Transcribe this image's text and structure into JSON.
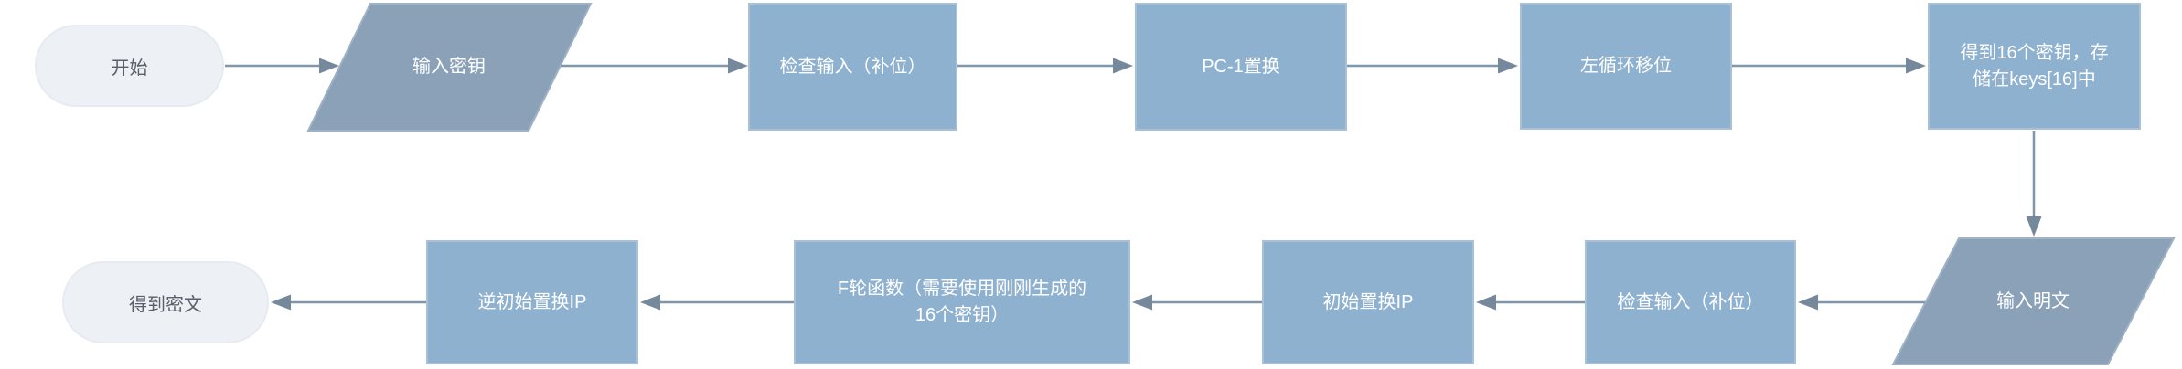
{
  "flowchart": {
    "description_visible_text_only": "",
    "nodes": [
      {
        "id": "start",
        "type": "terminator",
        "label": "开始"
      },
      {
        "id": "input-key",
        "type": "io-parallelogram",
        "label": "输入密钥"
      },
      {
        "id": "check-input-key",
        "type": "process",
        "label": "检查输入（补位）"
      },
      {
        "id": "pc1-permutation",
        "type": "process",
        "label": "PC-1置换"
      },
      {
        "id": "left-circular-shift",
        "type": "process",
        "label": "左循环移位"
      },
      {
        "id": "store-16-keys",
        "type": "process",
        "label": "得到16个密钥，存储在keys[16]中"
      },
      {
        "id": "input-plaintext",
        "type": "io-parallelogram",
        "label": "输入明文"
      },
      {
        "id": "check-input-plaintext",
        "type": "process",
        "label": "检查输入（补位）"
      },
      {
        "id": "initial-permutation-ip",
        "type": "process",
        "label": "初始置换IP"
      },
      {
        "id": "f-round-function",
        "type": "process",
        "label": "F轮函数（需要使用刚刚生成的16个密钥）"
      },
      {
        "id": "inverse-initial-permutation",
        "type": "process",
        "label": "逆初始置换IP"
      },
      {
        "id": "get-ciphertext",
        "type": "terminator",
        "label": "得到密文"
      }
    ],
    "edges": [
      {
        "from": "start",
        "to": "input-key"
      },
      {
        "from": "input-key",
        "to": "check-input-key"
      },
      {
        "from": "check-input-key",
        "to": "pc1-permutation"
      },
      {
        "from": "pc1-permutation",
        "to": "left-circular-shift"
      },
      {
        "from": "left-circular-shift",
        "to": "store-16-keys"
      },
      {
        "from": "store-16-keys",
        "to": "input-plaintext"
      },
      {
        "from": "input-plaintext",
        "to": "check-input-plaintext"
      },
      {
        "from": "check-input-plaintext",
        "to": "initial-permutation-ip"
      },
      {
        "from": "initial-permutation-ip",
        "to": "f-round-function"
      },
      {
        "from": "f-round-function",
        "to": "inverse-initial-permutation"
      },
      {
        "from": "inverse-initial-permutation",
        "to": "get-ciphertext"
      }
    ],
    "colors": {
      "process_fill": "#8fb1d0",
      "process_border": "#a9c0d7",
      "io_fill": "#8aa1b8",
      "io_border": "#9fb2c6",
      "terminator_fill": "#edf0f5",
      "terminator_text": "#59606a",
      "node_text": "#ffffff",
      "connector_line": "#7f97ad",
      "connector_arrowhead": "#76889c",
      "background": "#ffffff"
    }
  }
}
